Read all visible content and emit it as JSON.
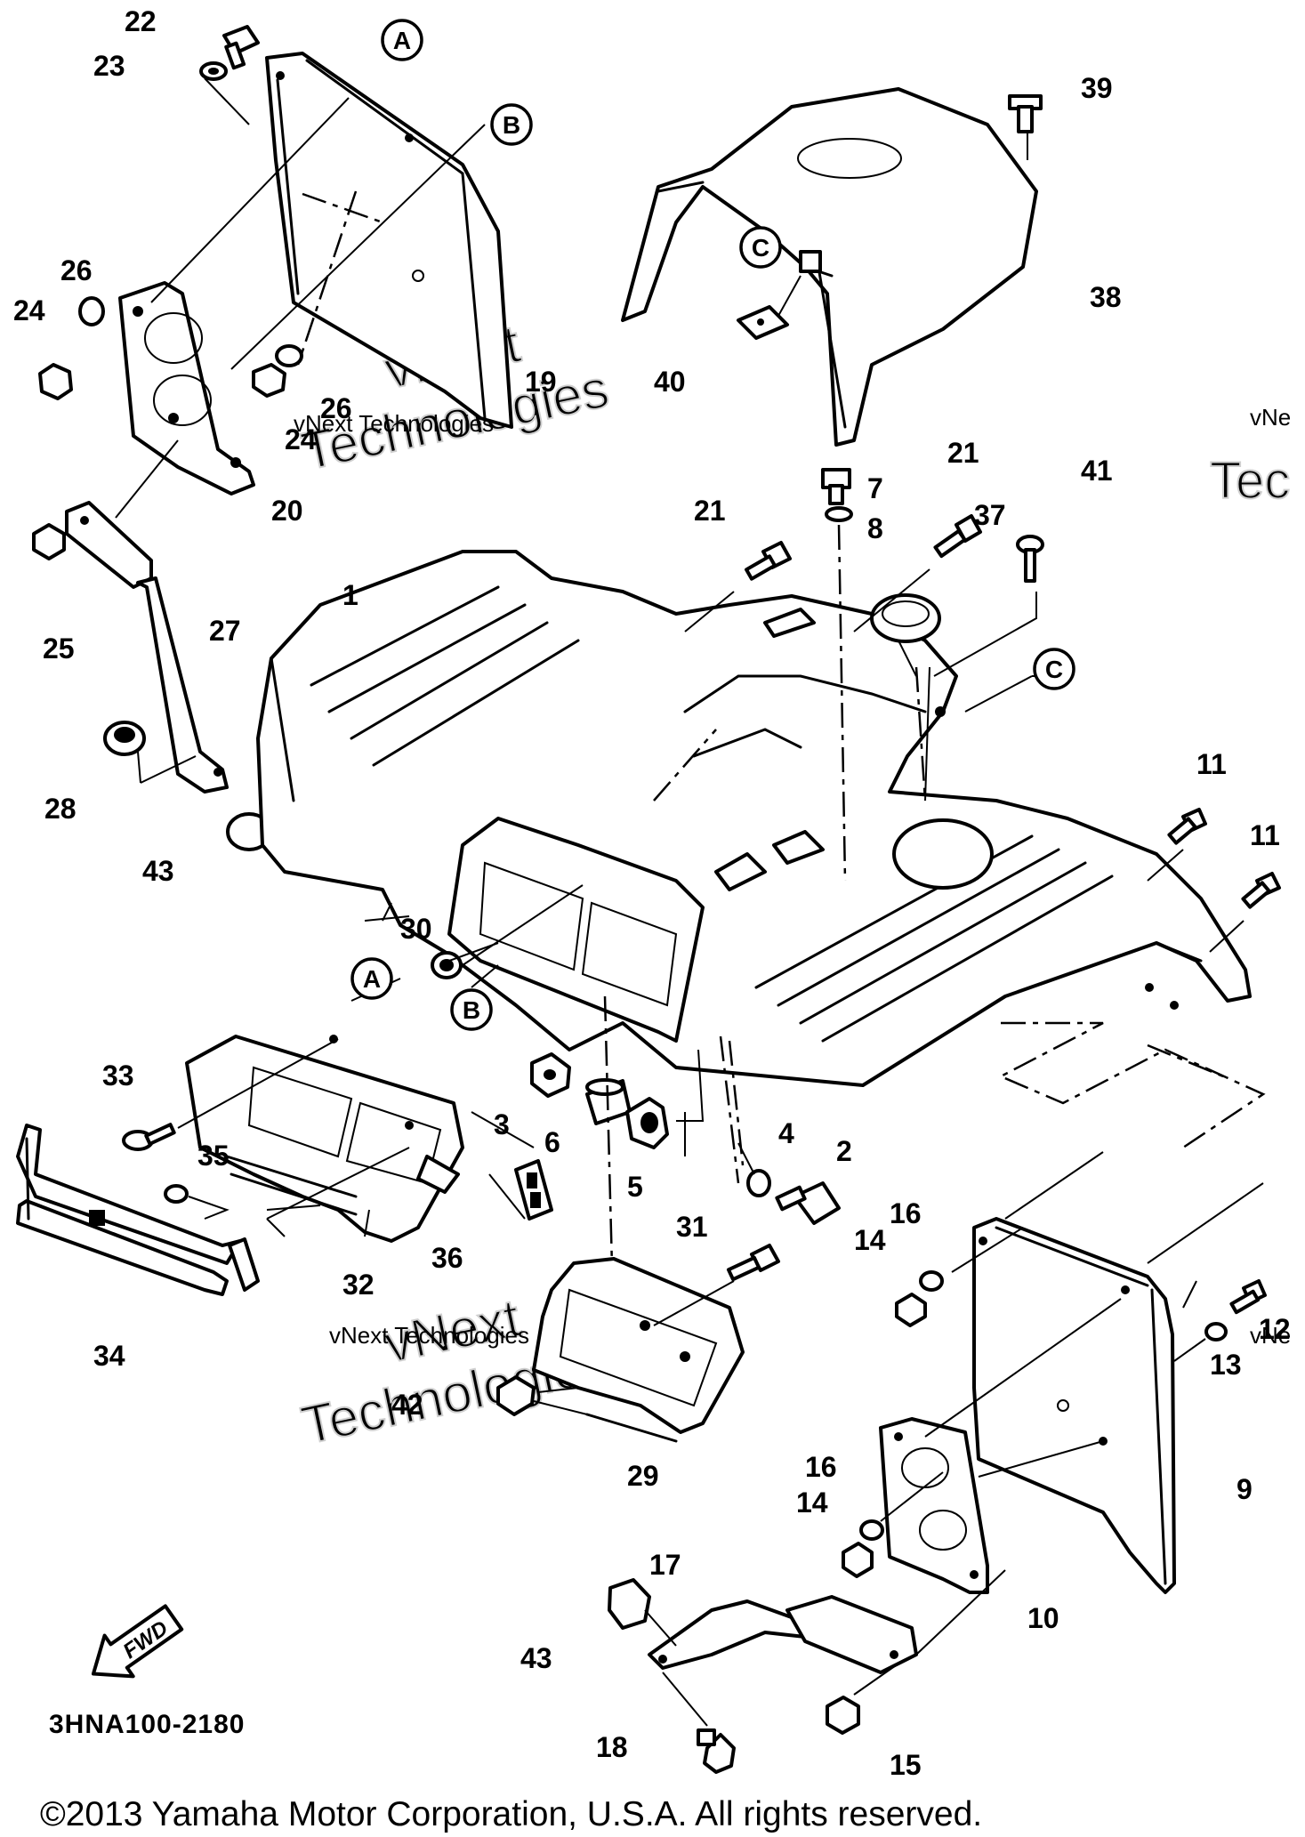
{
  "diagram": {
    "callouts": [
      {
        "id": "p22",
        "text": "22"
      },
      {
        "id": "p23",
        "text": "23"
      },
      {
        "id": "p24a",
        "text": "24"
      },
      {
        "id": "p26a",
        "text": "26"
      },
      {
        "id": "p26b",
        "text": "26"
      },
      {
        "id": "p24b",
        "text": "24"
      },
      {
        "id": "p19",
        "text": "19"
      },
      {
        "id": "p20",
        "text": "20"
      },
      {
        "id": "p25",
        "text": "25"
      },
      {
        "id": "p27",
        "text": "27"
      },
      {
        "id": "p28",
        "text": "28"
      },
      {
        "id": "p43a",
        "text": "43"
      },
      {
        "id": "p1",
        "text": "1"
      },
      {
        "id": "p21a",
        "text": "21"
      },
      {
        "id": "p7",
        "text": "7"
      },
      {
        "id": "p8",
        "text": "8"
      },
      {
        "id": "p21b",
        "text": "21"
      },
      {
        "id": "p37",
        "text": "37"
      },
      {
        "id": "p41",
        "text": "41"
      },
      {
        "id": "p39",
        "text": "39"
      },
      {
        "id": "p38",
        "text": "38"
      },
      {
        "id": "p40",
        "text": "40"
      },
      {
        "id": "p11a",
        "text": "11"
      },
      {
        "id": "p11b",
        "text": "11"
      },
      {
        "id": "p30",
        "text": "30"
      },
      {
        "id": "p33",
        "text": "33"
      },
      {
        "id": "p35",
        "text": "35"
      },
      {
        "id": "p3",
        "text": "3"
      },
      {
        "id": "p6",
        "text": "6"
      },
      {
        "id": "p5",
        "text": "5"
      },
      {
        "id": "p4",
        "text": "4"
      },
      {
        "id": "p2",
        "text": "2"
      },
      {
        "id": "p16a",
        "text": "16"
      },
      {
        "id": "p14a",
        "text": "14"
      },
      {
        "id": "p32",
        "text": "32"
      },
      {
        "id": "p36",
        "text": "36"
      },
      {
        "id": "p34",
        "text": "34"
      },
      {
        "id": "p31",
        "text": "31"
      },
      {
        "id": "p12",
        "text": "12"
      },
      {
        "id": "p13",
        "text": "13"
      },
      {
        "id": "p42",
        "text": "42"
      },
      {
        "id": "p29",
        "text": "29"
      },
      {
        "id": "p9",
        "text": "9"
      },
      {
        "id": "p16b",
        "text": "16"
      },
      {
        "id": "p14b",
        "text": "14"
      },
      {
        "id": "p17",
        "text": "17"
      },
      {
        "id": "p10",
        "text": "10"
      },
      {
        "id": "p43b",
        "text": "43"
      },
      {
        "id": "p18",
        "text": "18"
      },
      {
        "id": "p15",
        "text": "15"
      }
    ],
    "ref_circles": [
      {
        "id": "rA1",
        "text": "A"
      },
      {
        "id": "rB1",
        "text": "B"
      },
      {
        "id": "rC1",
        "text": "C"
      },
      {
        "id": "rC2",
        "text": "C"
      },
      {
        "id": "rA2",
        "text": "A"
      },
      {
        "id": "rB2",
        "text": "B"
      }
    ],
    "fwd_label": "FWD",
    "diagram_code": "3HNA100-2180",
    "copyright": "©2013 Yamaha Motor Corporation, U.S.A. All rights reserved.",
    "watermarks": [
      {
        "id": "w1",
        "big1": "vNext",
        "big2": "Technologies",
        "small": "vNext Technologies"
      },
      {
        "id": "w2",
        "big1": "vNext",
        "big2": "Technologies",
        "small": "vNext Technologies"
      }
    ],
    "edge_watermark_small": "vNe",
    "edge_watermark_small2": "vNe",
    "edge_watermark_big": "Tec"
  }
}
